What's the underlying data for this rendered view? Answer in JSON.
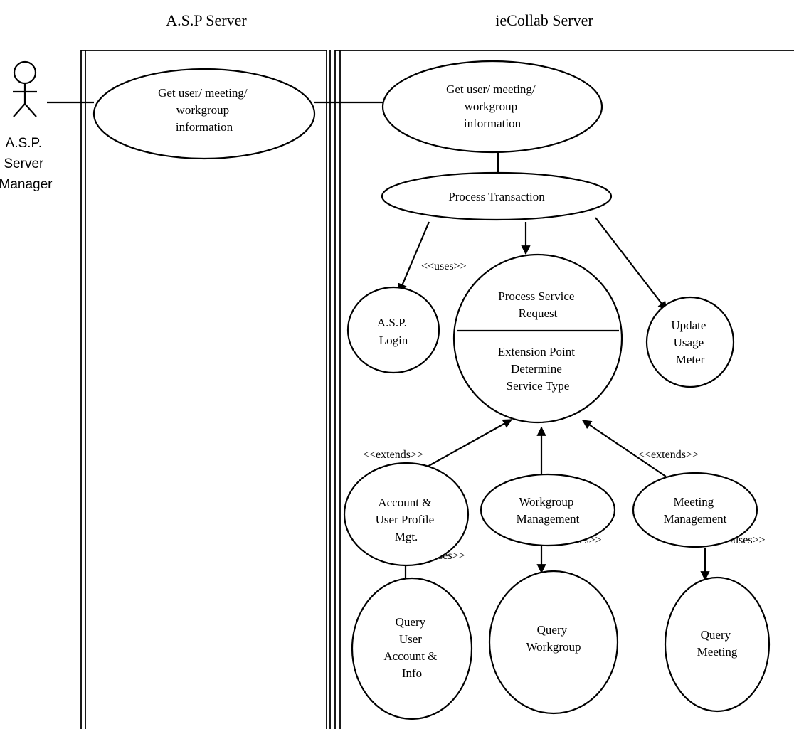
{
  "headers": {
    "asp_server": "A.S.P Server",
    "iecollab_server": "ieCollab Server"
  },
  "actor": {
    "lines": [
      "A.S.P.",
      "Server",
      "Manager"
    ]
  },
  "use_cases": {
    "asp_get_info": [
      "Get user/ meeting/",
      "workgroup",
      "information"
    ],
    "iec_get_info": [
      "Get user/ meeting/",
      "workgroup",
      "information"
    ],
    "process_transaction": [
      "Process Transaction"
    ],
    "asp_login": [
      "A.S.P.",
      "Login"
    ],
    "process_service_request_top": [
      "Process Service",
      "Request"
    ],
    "process_service_request_bottom": [
      "Extension Point",
      "Determine",
      "Service Type"
    ],
    "update_usage_meter": [
      "Update",
      "Usage",
      "Meter"
    ],
    "account_user_profile": [
      "Account &",
      "User Profile",
      "Mgt."
    ],
    "workgroup_management": [
      "Workgroup",
      "Management"
    ],
    "meeting_management": [
      "Meeting",
      "Management"
    ],
    "query_user_account": [
      "Query",
      "User",
      "Account &",
      "Info"
    ],
    "query_workgroup": [
      "Query",
      "Workgroup"
    ],
    "query_meeting": [
      "Query",
      "Meeting"
    ]
  },
  "stereotypes": {
    "uses_login": "<<uses>>",
    "extends_left": "<<extends>>",
    "extends_right": "<<extends>>",
    "uses_account": "<<uses>>",
    "uses_workgroup": "<<uses>>",
    "uses_meeting": "<<uses>>"
  }
}
